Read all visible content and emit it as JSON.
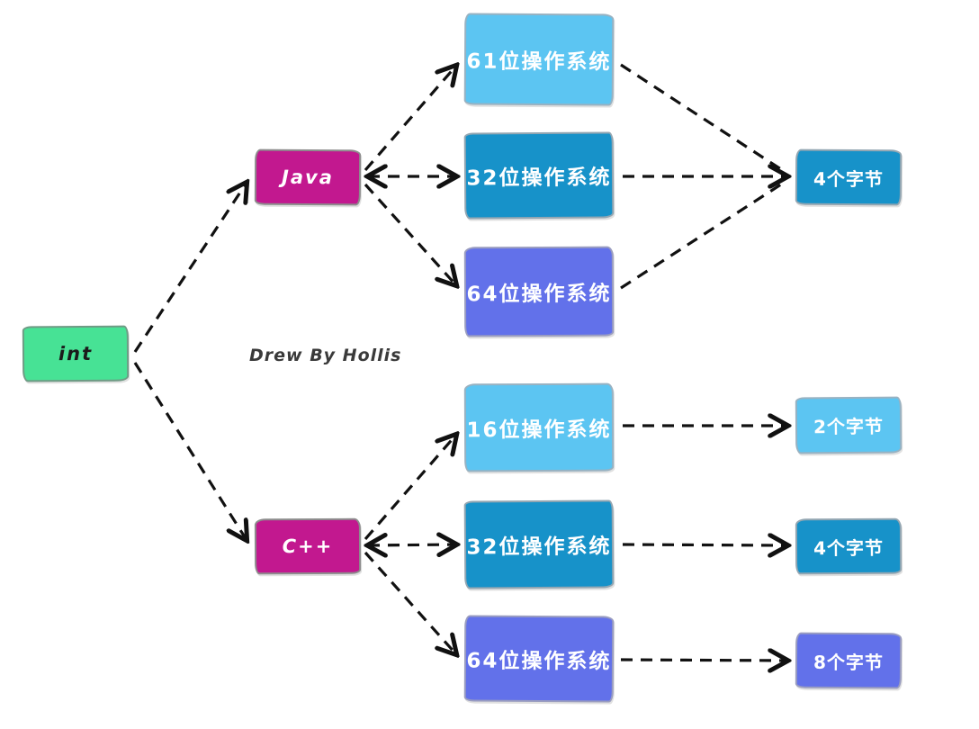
{
  "diagram": {
    "annotation": "Drew By Hollis",
    "arrow_color": "#111111",
    "canvas_bg": "#ffffff",
    "nodes": {
      "int": {
        "label": "int",
        "bg": "#47E295",
        "border": "#6f9b85",
        "text": "#1b1b1b"
      },
      "java": {
        "label": "Java",
        "bg": "#C2188F",
        "border": "#8d8d8d",
        "text": "#ffffff"
      },
      "cpp": {
        "label": "C++",
        "bg": "#C2188F",
        "border": "#8d8d8d",
        "text": "#ffffff"
      },
      "java_os_61": {
        "label": "61位操作系统",
        "bg": "#5CC5F2",
        "border": "#98b2c2",
        "text": "#ffffff"
      },
      "java_os_32": {
        "label": "32位操作系统",
        "bg": "#1792C9",
        "border": "#93a6b2",
        "text": "#ffffff"
      },
      "java_os_64": {
        "label": "64位操作系统",
        "bg": "#6271EA",
        "border": "#9a9dc0",
        "text": "#ffffff"
      },
      "java_bytes": {
        "label": "4个字节",
        "bg": "#1792C9",
        "border": "#93a6b2",
        "text": "#ffffff"
      },
      "cpp_os_16": {
        "label": "16位操作系统",
        "bg": "#5CC5F2",
        "border": "#98b2c2",
        "text": "#ffffff"
      },
      "cpp_os_32": {
        "label": "32位操作系统",
        "bg": "#1792C9",
        "border": "#93a6b2",
        "text": "#ffffff"
      },
      "cpp_os_64": {
        "label": "64位操作系统",
        "bg": "#6271EA",
        "border": "#9a9dc0",
        "text": "#ffffff"
      },
      "bytes_2": {
        "label": "2个字节",
        "bg": "#5CC5F2",
        "border": "#98b2c2",
        "text": "#ffffff"
      },
      "bytes_4": {
        "label": "4个字节",
        "bg": "#1792C9",
        "border": "#93a6b2",
        "text": "#ffffff"
      },
      "bytes_8": {
        "label": "8个字节",
        "bg": "#6271EA",
        "border": "#9a9dc0",
        "text": "#ffffff"
      }
    }
  }
}
